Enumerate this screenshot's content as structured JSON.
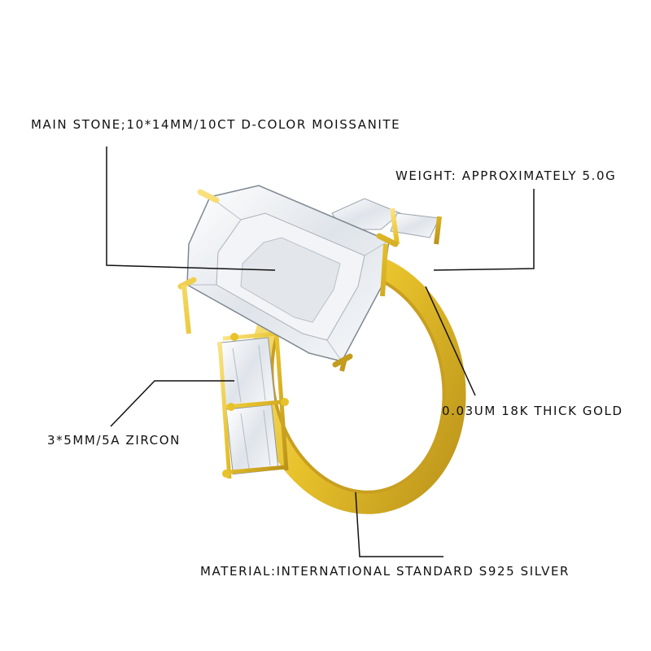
{
  "labels": {
    "main_stone": "MAIN STONE;10*14MM/10CT D-COLOR MOISSANITE",
    "weight": "WEIGHT: APPROXIMATELY 5.0G",
    "plating": "0.03UM 18K THICK GOLD",
    "side_stones": "3*5MM/5A ZIRCON",
    "material": "MATERIAL:INTERNATIONAL STANDARD S925 SILVER"
  },
  "colors": {
    "gold": "#e8c22b",
    "gold_dark": "#b8901a",
    "stone": "#eef1f5",
    "line": "#111111"
  }
}
